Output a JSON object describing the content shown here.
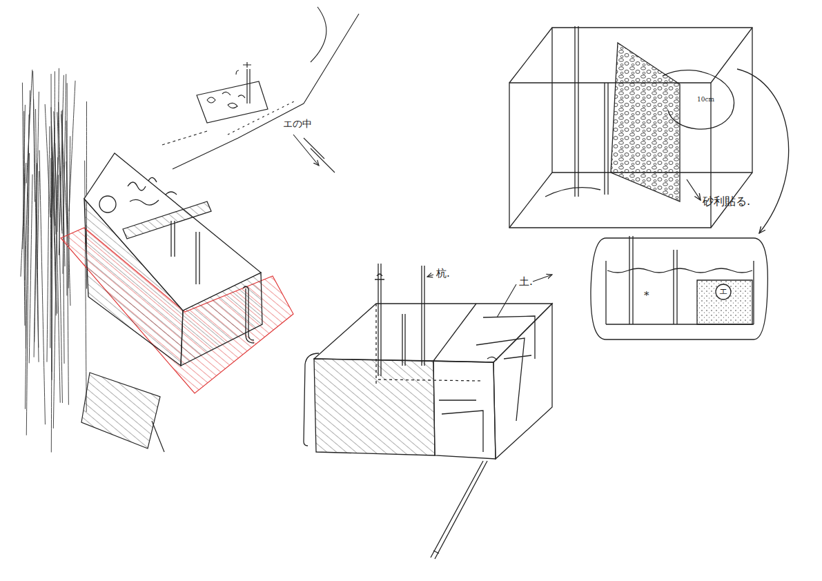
{
  "diagram": {
    "labels": [
      "エの中",
      "杭.",
      "土.",
      "砂利貼る.",
      "10cm",
      "エ",
      "*"
    ]
  }
}
